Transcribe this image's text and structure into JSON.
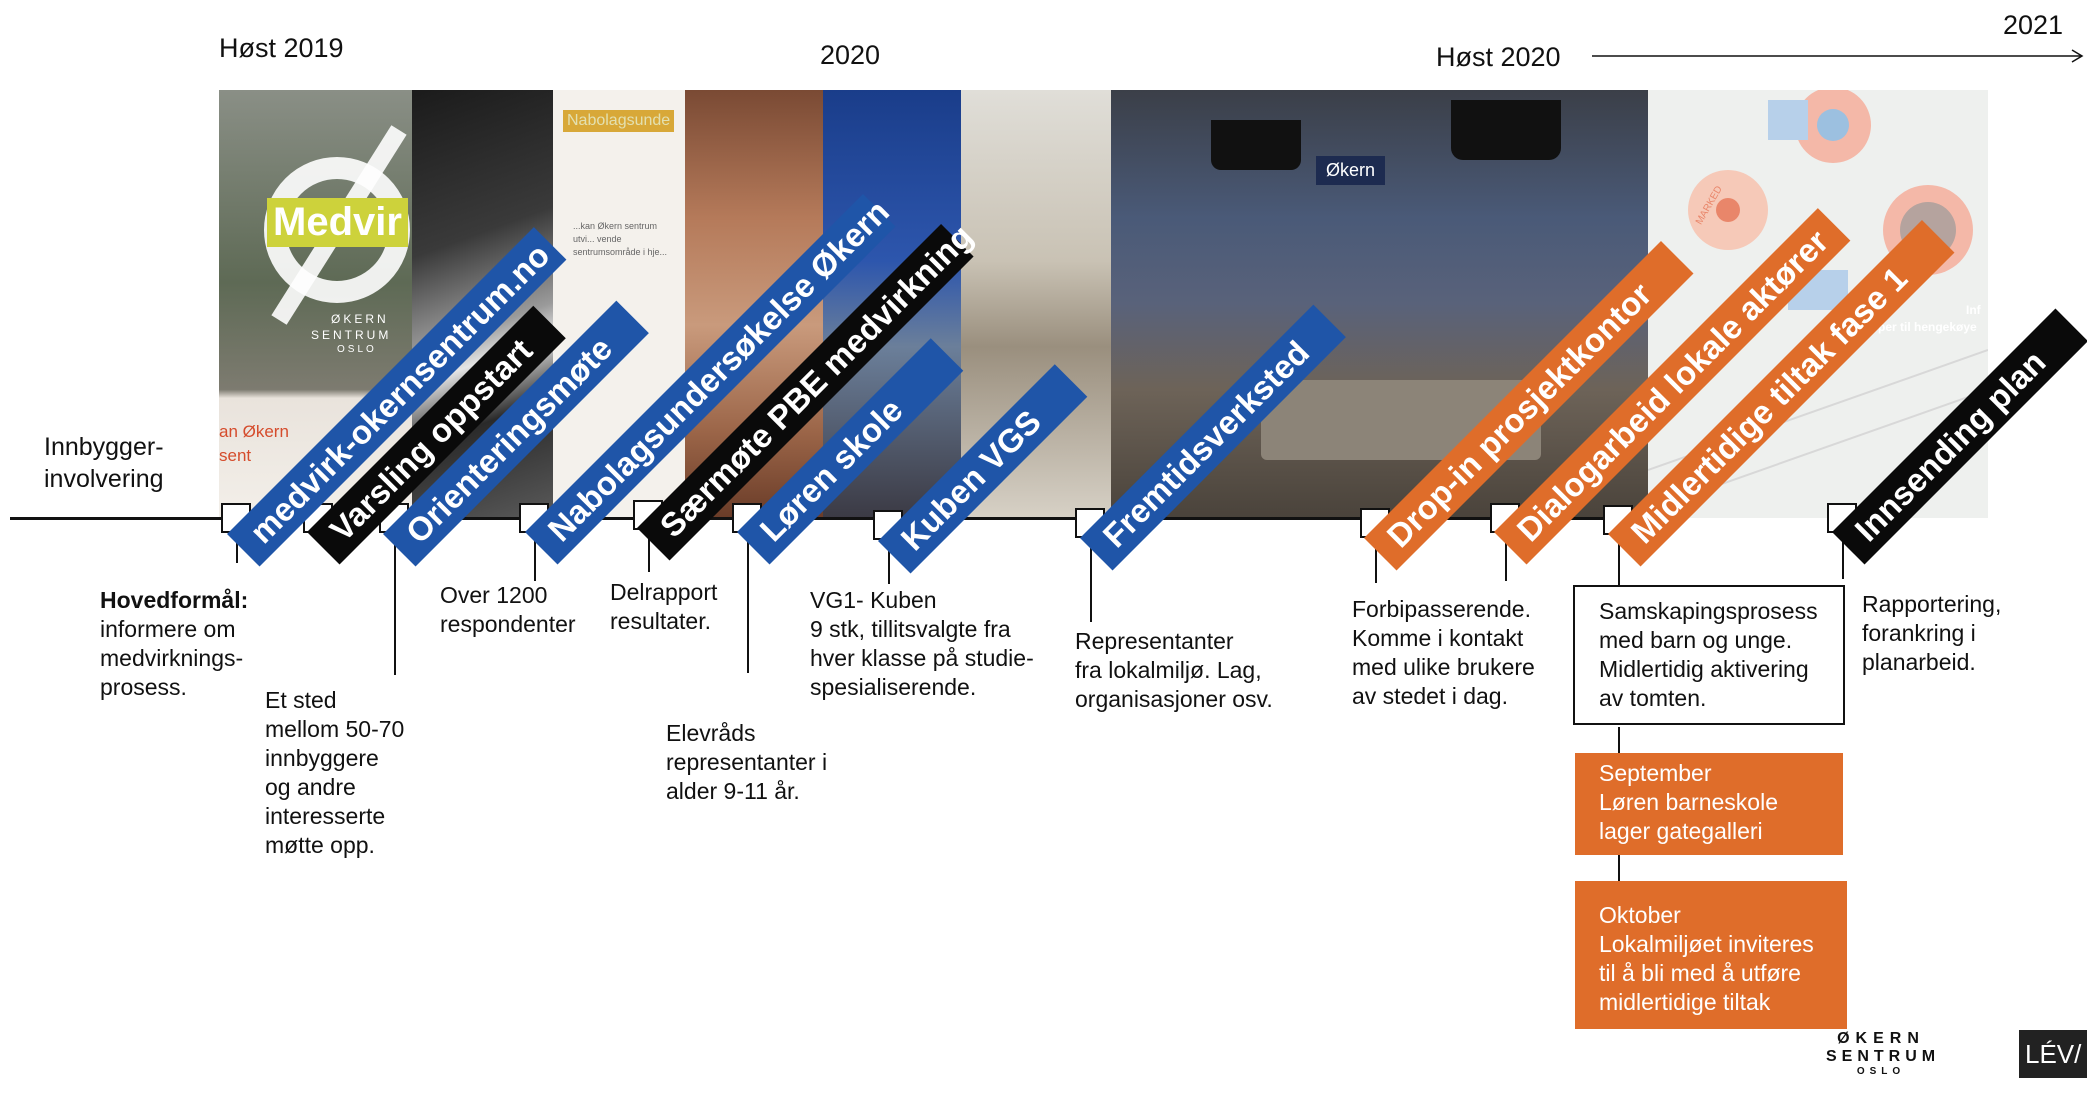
{
  "periods": {
    "host2019": "Høst 2019",
    "y2020": "2020",
    "host2020": "Høst 2020",
    "y2021": "2021"
  },
  "row_label": "Innbygger-\ninvolvering",
  "photo_texts": {
    "p1_big": "Medvir",
    "p1_small1": "ØKERN",
    "p1_small2": "SENTRUM",
    "p1_small3": "OSLO",
    "p1_red1": "an Økern",
    "p1_red2": "sent",
    "p3_head": "Nabolagsunde",
    "p3_body": "...kan Økern sentrum utvi... vende sentrumsområde i hje...",
    "p8_sign": "Økern",
    "p9_label1": "MARKED",
    "p9_label2": "Inf",
    "p9_label3": "per til hengekøye"
  },
  "tags": [
    {
      "label": "medvirk-okernsentrum.no",
      "color": "blue"
    },
    {
      "label": "Varsling oppstart",
      "color": "black"
    },
    {
      "label": "Orienteringsmøte",
      "color": "blue"
    },
    {
      "label": "Nabolagsundersøkelse Økern",
      "color": "blue"
    },
    {
      "label": "Særmøte PBE medvirkning",
      "color": "black"
    },
    {
      "label": "Løren skole",
      "color": "blue"
    },
    {
      "label": "Kuben VGS",
      "color": "blue"
    },
    {
      "label": "Fremtidsverksted",
      "color": "blue"
    },
    {
      "label": "Drop-in prosjektkontor",
      "color": "orange"
    },
    {
      "label": "Dialogarbeid lokale aktører",
      "color": "orange"
    },
    {
      "label": "Midlertidige tiltak fase 1",
      "color": "orange"
    },
    {
      "label": "Innsending plan",
      "color": "black"
    }
  ],
  "notes": {
    "hovedformal_bold": "Hovedformål:",
    "hovedformal_text": "informere om\nmedvirknings-\nprosess.",
    "etsted": "Et sted\nmellom 50-70\ninnbyggere\nog andre\ninteresserte\nmøtte opp.",
    "over1200": "Over 1200\nrespondenter",
    "delrapport": "Delrapport\nresultater.",
    "elevrad": "Elevråds\nrepresentanter i\nalder 9-11 år.",
    "vg1": "VG1- Kuben\n9 stk, tillitsvalgte fra\nhver klasse på studie-\nspesialiserende.",
    "representanter": "Representanter\nfra lokalmiljø. Lag,\norganisasjoner osv.",
    "forbipasserende": "Forbipasserende.\nKomme i kontakt\nmed ulike brukere\nav stedet i dag.",
    "samskaping": "Samskapingsprosess\nmed barn og unge.\nMidlertidig aktivering\nav tomten.",
    "september": "September\nLøren barneskole\nlager gategalleri",
    "oktober": "Oktober\nLokalmiljøet inviteres\ntil å bli med å utføre\nmidlertidige tiltak",
    "rapportering": "Rapportering,\nforankring i\nplanarbeid."
  },
  "logos": {
    "okern1": "ØKERN",
    "okern2": "SENTRUM",
    "okern3": "OSLO",
    "lev": "LÉV/"
  },
  "colors": {
    "blue": "#1f55a8",
    "black": "#0a0a0a",
    "orange": "#df6d2a"
  }
}
